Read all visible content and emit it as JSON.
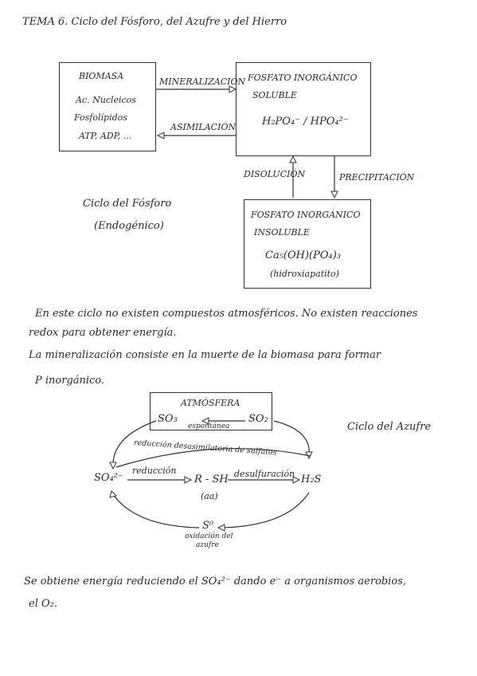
{
  "header": {
    "title": "TEMA 6.  Ciclo del Fósforo, del Azufre y del Hierro"
  },
  "phosphorus": {
    "biomasa": {
      "title": "BIOMASA",
      "lines": [
        "Ac. Nucleicos",
        "Fosfolípidos",
        "ATP, ADP, ..."
      ]
    },
    "soluble": {
      "title": "FOSFATO INORGÁNICO",
      "subtitle": "SOLUBLE",
      "formula": "H₂PO₄⁻ / HPO₄²⁻"
    },
    "insoluble": {
      "title": "FOSFATO INORGÁNICO",
      "subtitle": "INSOLUBLE",
      "formula": "Ca₅(OH)(PO₄)₃",
      "note": "(hidroxiapatito)"
    },
    "mineralizacion": "MINERALIZACIÓN",
    "asimilacion": "ASIMILACIÓN",
    "disolucion": "DISOLUCIÓN",
    "precipitacion": "PRECIPITACIÓN",
    "cycle_label": "Ciclo del Fósforo",
    "cycle_note": "(Endogénico)"
  },
  "paragraph1": [
    "En este ciclo no existen compuestos atmosféricos. No existen reacciones",
    "redox para obtener energía.",
    "La mineralización consiste en la muerte de la biomasa para formar",
    "P inorgánico."
  ],
  "sulfur": {
    "atmosfera": "ATMÓSFERA",
    "so3": "SO₃",
    "so2": "SO₂",
    "espontanea": "espontánea",
    "reduccion_desasimilatoria": "reducción desasimilatoria de sulfatos",
    "so4": "SO₄²⁻",
    "reduccion": "reducción",
    "rsh": "R - SH",
    "aa": "(aa)",
    "desulfuracion": "desulfuración",
    "h2s": "H₂S",
    "s0": "S⁰",
    "oxidacion": [
      "oxidación del",
      "azufre"
    ],
    "cycle_label": "Ciclo del Azufre"
  },
  "paragraph2": [
    "Se obtiene energía reduciendo el SO₄²⁻ dando e⁻ a organismos aerobios,",
    "el O₂."
  ]
}
